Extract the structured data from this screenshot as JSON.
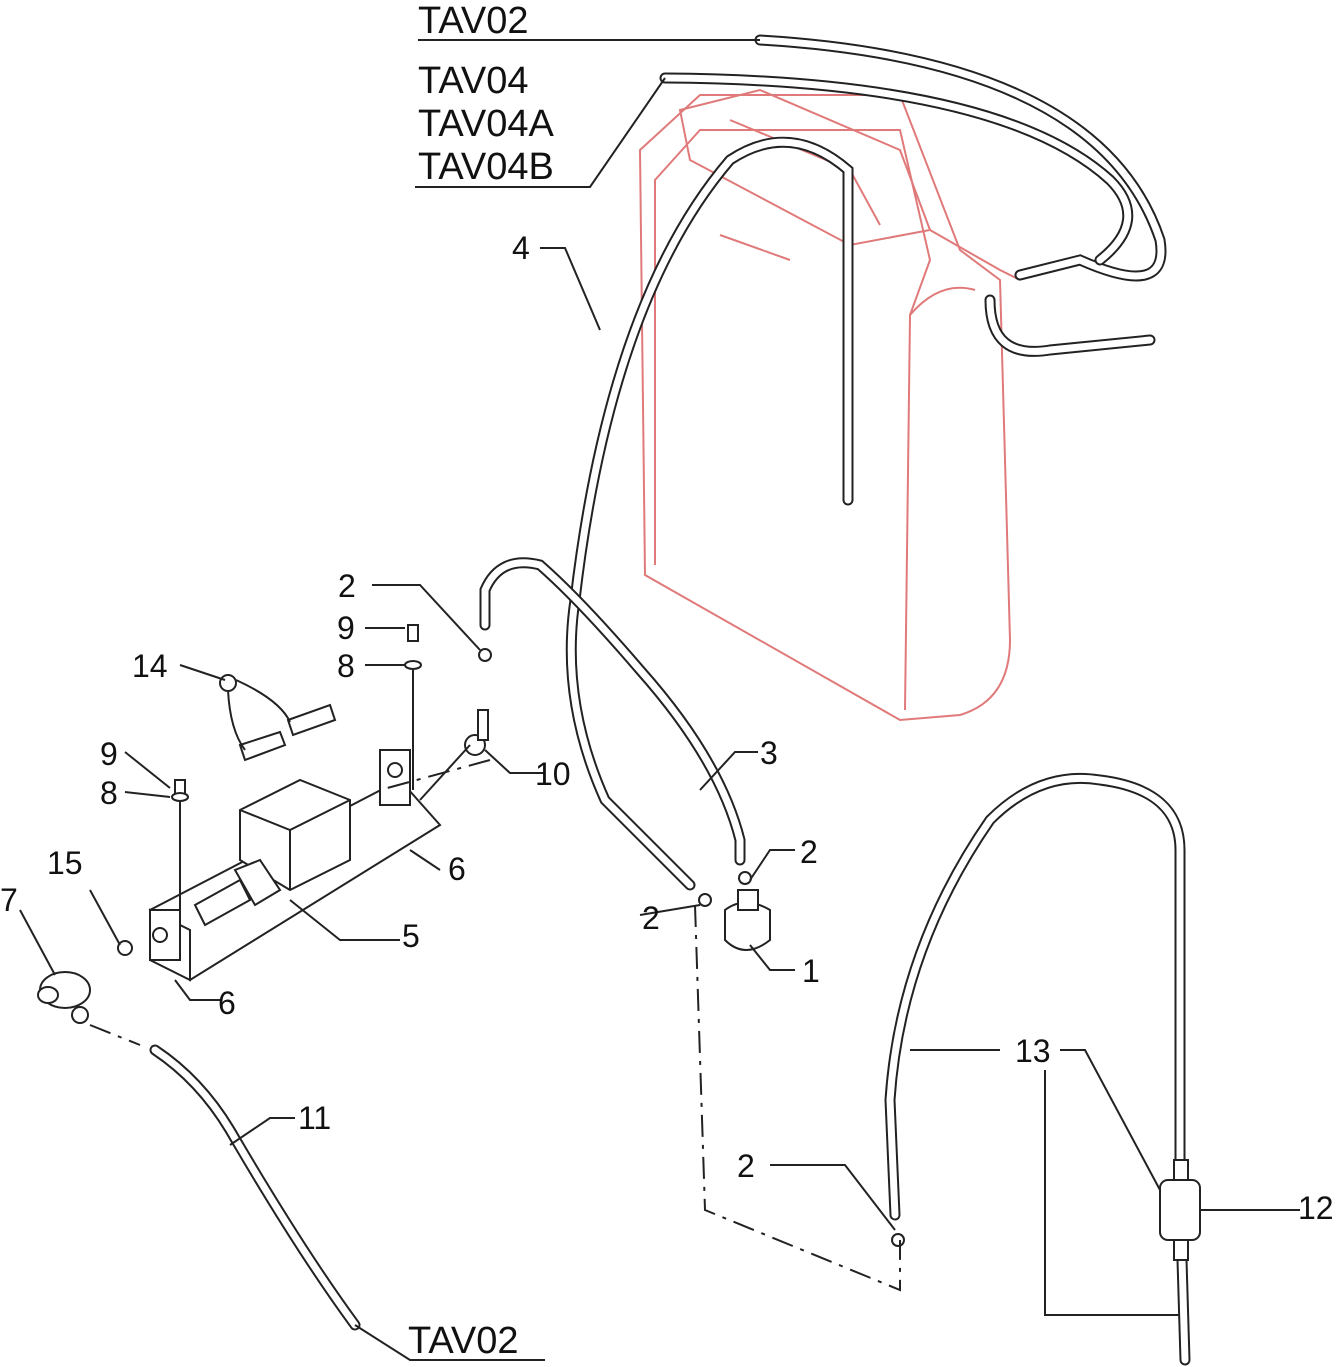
{
  "labels": {
    "tav02_top": "TAV02",
    "tav04": "TAV04",
    "tav04a": "TAV04A",
    "tav04b": "TAV04B",
    "p4": "4",
    "p2_a": "2",
    "p9_a": "9",
    "p8_a": "8",
    "p14": "14",
    "p9_b": "9",
    "p8_b": "8",
    "p10": "10",
    "p3": "3",
    "p2_b": "2",
    "p15": "15",
    "p7": "7",
    "p6_a": "6",
    "p5": "5",
    "p2_c": "2",
    "p1": "1",
    "p6_b": "6",
    "p13": "13",
    "p11": "11",
    "p2_d": "2",
    "p12": "12",
    "tav02_bottom": "TAV02"
  },
  "colors": {
    "tank": "#e07a7a",
    "line": "#222222"
  }
}
